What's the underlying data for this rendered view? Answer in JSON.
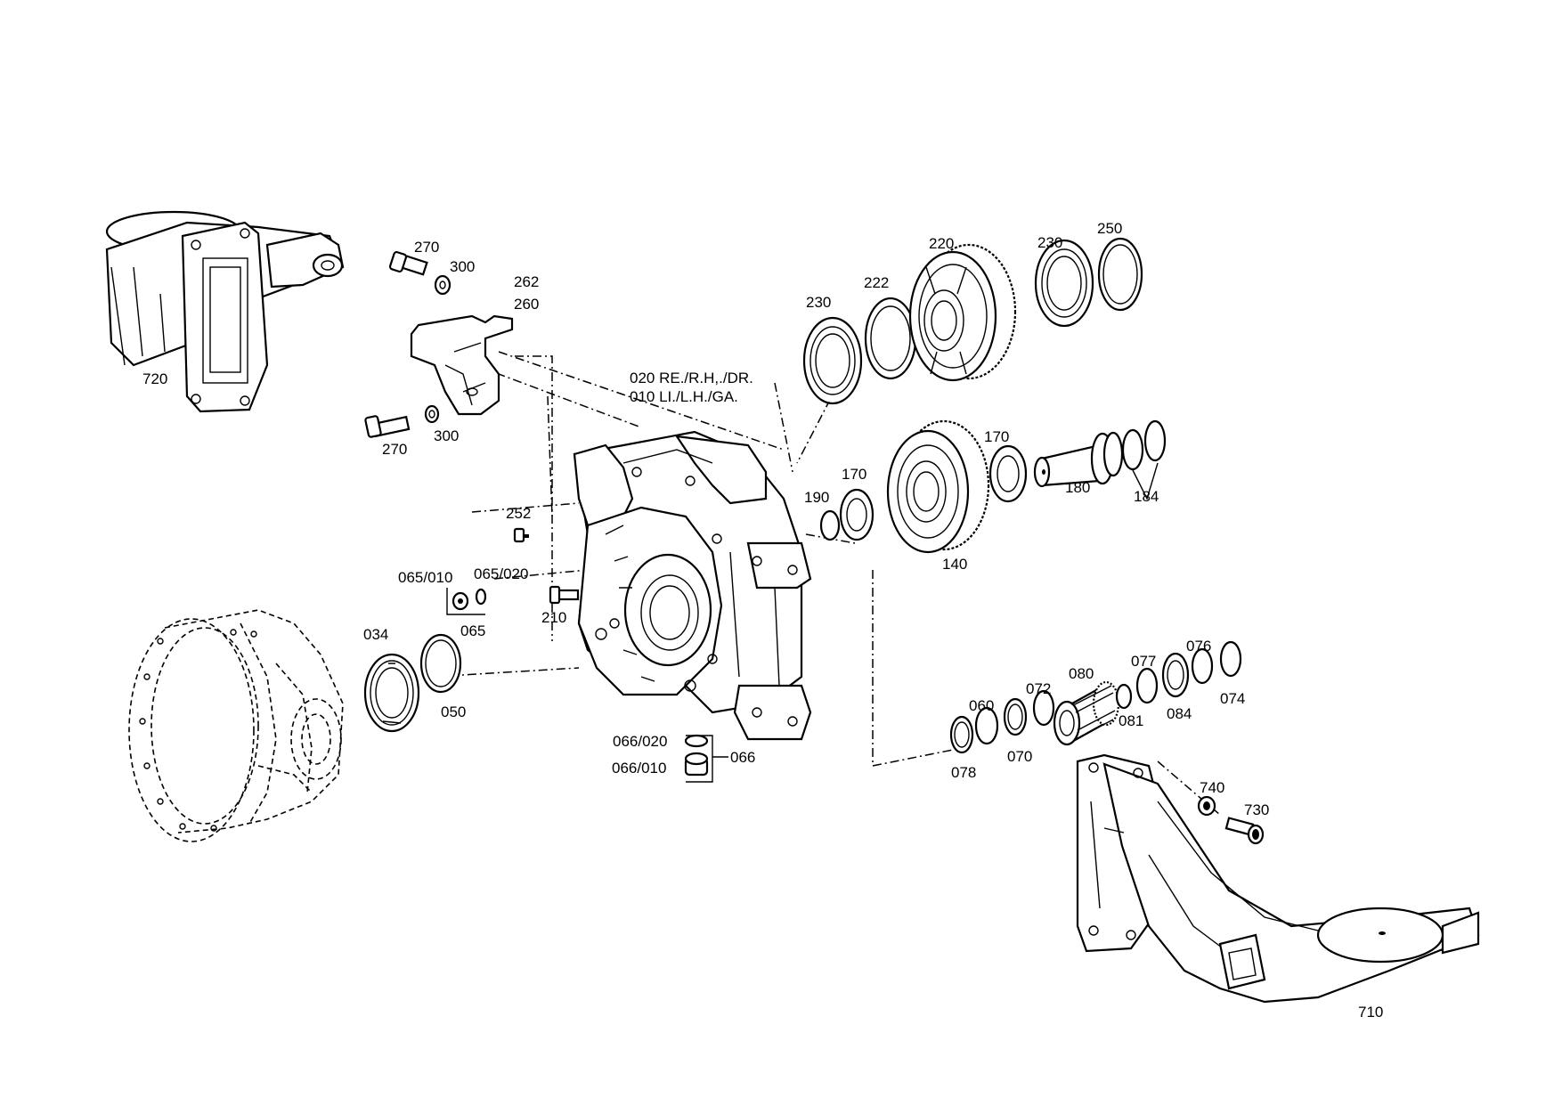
{
  "labels": {
    "p720": "720",
    "p270a": "270",
    "p300a": "300",
    "p262": "262",
    "p260": "260",
    "p270b": "270",
    "p300b": "300",
    "p252": "252",
    "p065_010": "065/010",
    "p065_020": "065/020",
    "p065": "065",
    "p210": "210",
    "p034": "034",
    "p050": "050",
    "p066_020": "066/020",
    "p066_010": "066/010",
    "p066": "066",
    "p230a": "230",
    "p222": "222",
    "p220": "220",
    "p230b": "230",
    "p250": "250",
    "p190": "190",
    "p170a": "170",
    "p170b": "170",
    "p140": "140",
    "p180": "180",
    "p184": "184",
    "p078": "078",
    "p060": "060",
    "p070": "070",
    "p072": "072",
    "p080": "080",
    "p081": "081",
    "p077": "077",
    "p084": "084",
    "p076": "076",
    "p074": "074",
    "p740": "740",
    "p730": "730",
    "p710": "710"
  },
  "notes": {
    "right": "020 RE./R.H,./DR.",
    "left": "010  LI./L.H./GA."
  }
}
